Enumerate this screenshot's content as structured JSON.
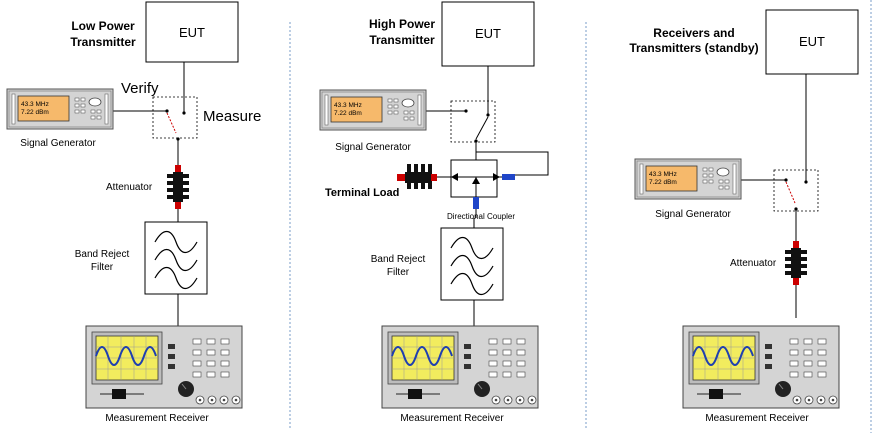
{
  "panels": [
    {
      "title_lines": [
        "Low Power",
        "Transmitter"
      ],
      "eut": "EUT",
      "switch_labels": {
        "verify": "Verify",
        "measure": "Measure"
      },
      "sig_gen": {
        "freq": "43.3 MHz",
        "level": "7.22 dBm",
        "label": "Signal Generator"
      },
      "attenuator": "Attenuator",
      "filter_lines": [
        "Band Reject",
        "Filter"
      ],
      "receiver": "Measurement Receiver"
    },
    {
      "title_lines": [
        "High Power",
        "Transmitter"
      ],
      "eut": "EUT",
      "sig_gen": {
        "freq": "43.3 MHz",
        "level": "7.22 dBm",
        "label": "Signal Generator"
      },
      "terminal_load": "Terminal Load",
      "coupler": "Directional Coupler",
      "filter_lines": [
        "Band Reject",
        "Filter"
      ],
      "receiver": "Measurement Receiver"
    },
    {
      "title_lines": [
        "Receivers and",
        "Transmitters (standby)"
      ],
      "eut": "EUT",
      "sig_gen": {
        "freq": "43.3 MHz",
        "level": "7.22 dBm",
        "label": "Signal Generator"
      },
      "attenuator": "Attenuator",
      "receiver": "Measurement Receiver"
    }
  ],
  "colors": {
    "line": "#000000",
    "divider": "#7a9cc8",
    "display": "#f6b96b",
    "screen": "#f2ec5e",
    "trace": "#1f3fb0",
    "switch_wire": "#cc0000",
    "attenuator_cap": "#cc0000",
    "coupler_port": "#1f45c8",
    "instrument": "#d4d4d4"
  }
}
